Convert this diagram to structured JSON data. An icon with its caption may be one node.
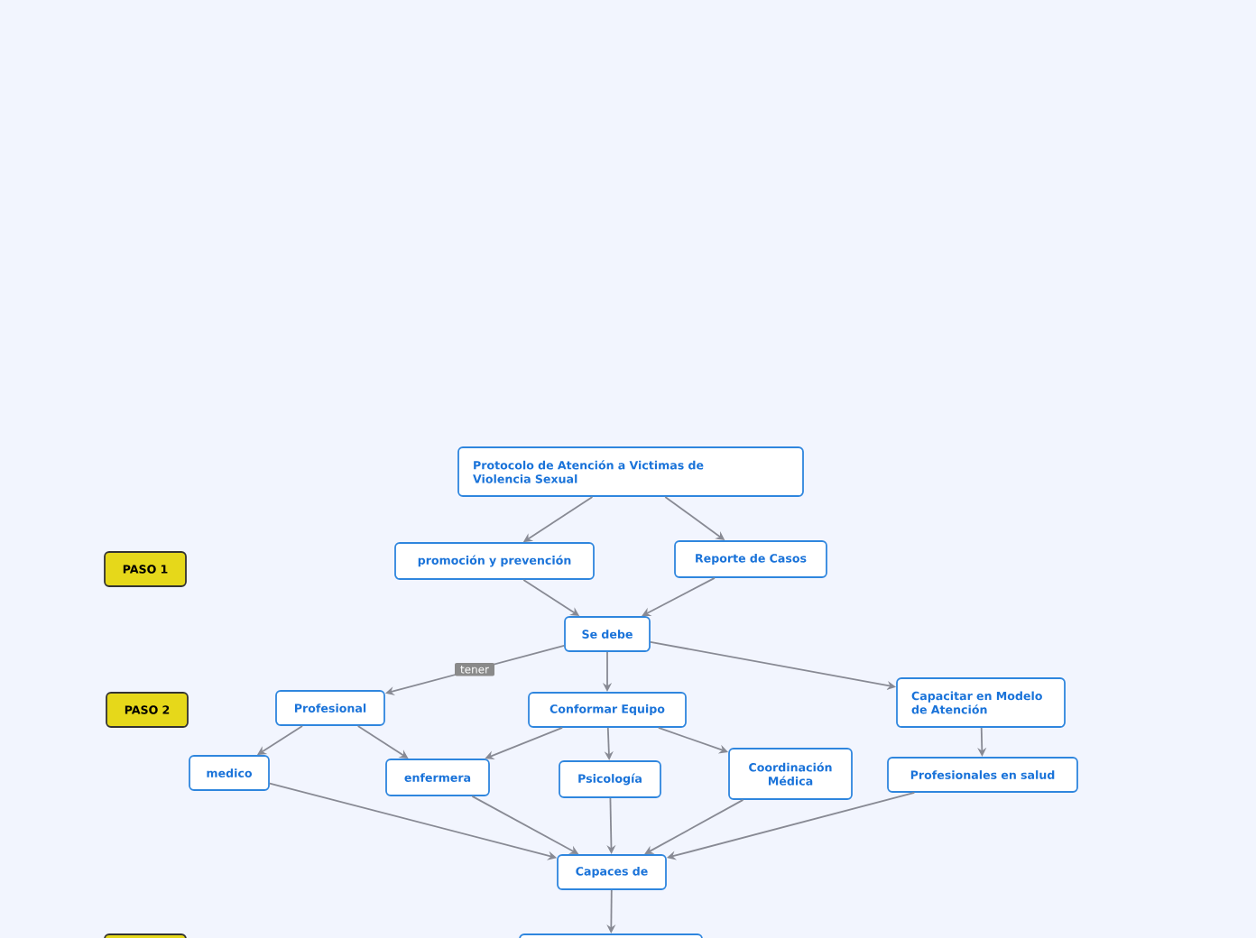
{
  "diagram": {
    "nodes": [
      {
        "text": [
          "Protocolo de Atención a Victimas de Violencia Sexual"
        ]
      },
      {
        "text": [
          "promoción y prevención"
        ]
      },
      {
        "text": [
          "Reporte de Casos"
        ]
      },
      {
        "text": [
          "Se debe"
        ]
      },
      {
        "text": [
          "Profesional"
        ]
      },
      {
        "text": [
          "Conformar Equipo"
        ]
      },
      {
        "text": [
          "Capacitar en Modelo de Atención"
        ]
      },
      {
        "text": [
          "medico"
        ]
      },
      {
        "text": [
          "enfermera"
        ]
      },
      {
        "text": [
          "Psicología"
        ]
      },
      {
        "text": [
          "Coordinación Médica"
        ]
      },
      {
        "text": [
          "Profesionales en salud"
        ]
      },
      {
        "text": [
          "Capaces de"
        ]
      },
      {
        "text": [],
        "shape": "box"
      },
      {
        "text": [],
        "shape": "box"
      },
      {
        "text": [
          "PASO 1"
        ]
      },
      {
        "text": [
          "PASO 2"
        ]
      }
    ],
    "edges": [
      {
        "from": 0,
        "to": 1,
        "arrow": "to"
      },
      {
        "from": 0,
        "to": 2,
        "arrow": "to"
      },
      {
        "from": 1,
        "to": 3,
        "arrow": "to"
      },
      {
        "from": 2,
        "to": 3,
        "arrow": "to"
      },
      {
        "from": 3,
        "to": 4,
        "arrow": "to",
        "label": "tener"
      },
      {
        "from": 3,
        "to": 5,
        "arrow": "to"
      },
      {
        "from": 3,
        "to": 6,
        "arrow": "to"
      },
      {
        "from": 4,
        "to": 7,
        "arrow": "to"
      },
      {
        "from": 4,
        "to": 8,
        "arrow": "to"
      },
      {
        "from": 5,
        "to": 8,
        "arrow": "to"
      },
      {
        "from": 5,
        "to": 9,
        "arrow": "to"
      },
      {
        "from": 5,
        "to": 10,
        "arrow": "to"
      },
      {
        "from": 6,
        "to": 11,
        "arrow": "to"
      },
      {
        "from": 7,
        "to": 12,
        "arrow": "to"
      },
      {
        "from": 8,
        "to": 12,
        "arrow": "to"
      },
      {
        "from": 9,
        "to": 12,
        "arrow": "to"
      },
      {
        "from": 10,
        "to": 12,
        "arrow": "to"
      },
      {
        "from": 11,
        "to": 12,
        "arrow": "to"
      },
      {
        "from": 12,
        "to": 14,
        "arrow": "to"
      }
    ]
  }
}
